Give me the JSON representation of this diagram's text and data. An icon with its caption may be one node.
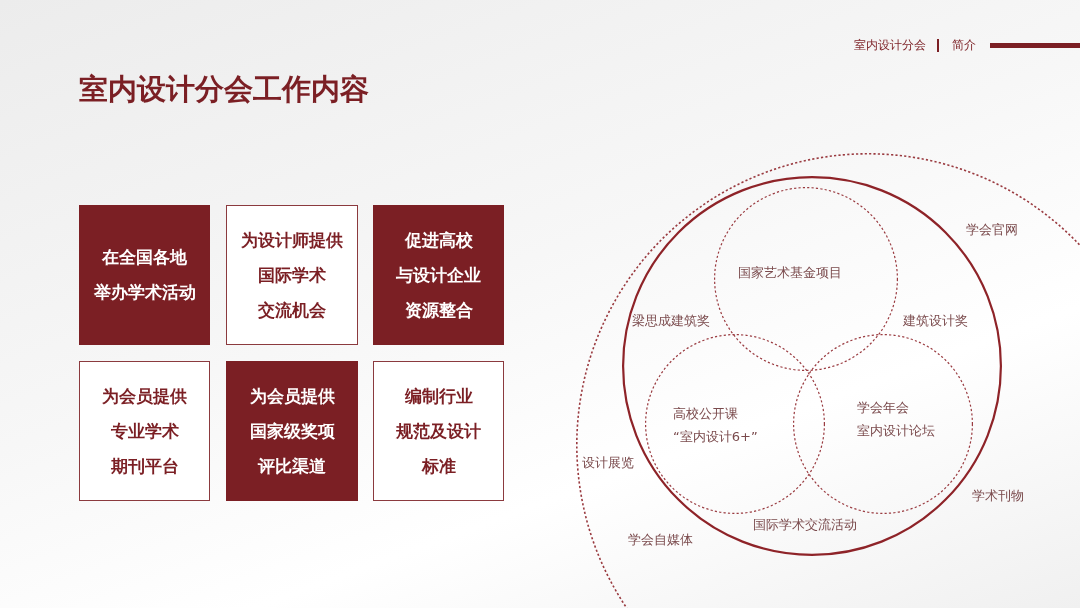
{
  "diagram": {
    "title": "室内设计分会工作内容",
    "nodes": [
      {
        "text": [
          "在全国各地举办学术活动"
        ]
      },
      {
        "text": [
          "为设计师提供国际学术交流机会"
        ]
      },
      {
        "text": [
          "促进高校与设计企业资源整合"
        ]
      },
      {
        "text": [
          "为会员提供专业学术期刊平台"
        ]
      },
      {
        "text": [
          "为会员提供国家级奖项评比渠道"
        ]
      },
      {
        "text": [
          "编制行业规范及设计标准"
        ]
      },
      {
        "text": [
          "学会官网",
          "设计展览",
          "学会自媒体",
          "学术刊物"
        ]
      },
      {
        "text": [
          "梁思成建筑奖",
          "建筑设计奖",
          "国际学术交流活动"
        ],
        "in": 6
      },
      {
        "text": [
          "国家艺术基金项目"
        ],
        "in": 7
      },
      {
        "text": [
          "高校公开课“室内设计6+”"
        ],
        "in": 7
      },
      {
        "text": [
          "学会年会室内设计论坛"
        ],
        "in": 7
      }
    ],
    "labels": [
      "室内设计分会",
      "简介"
    ]
  }
}
